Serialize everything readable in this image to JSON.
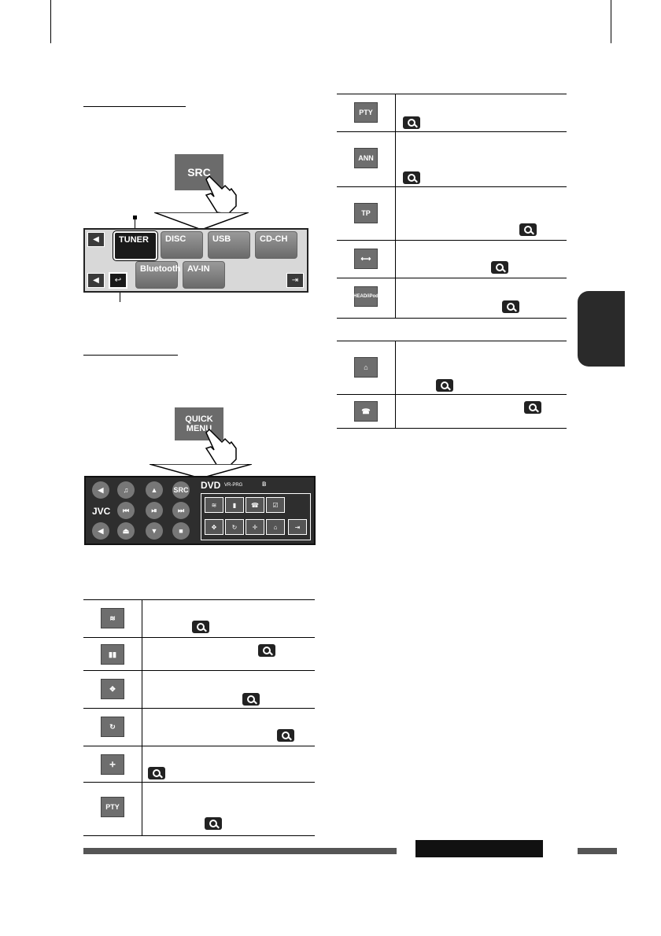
{
  "page": {
    "top_crop_marks": true
  },
  "src_section": {
    "button_label": "SRC",
    "source_tiles": [
      "TUNER",
      "DISC",
      "USB",
      "CD-CH",
      "Bluetooth",
      "AV-IN"
    ]
  },
  "quick_menu_section": {
    "button_label_line1": "QUICK",
    "button_label_line2": "MENU",
    "panel_brand": "JVC",
    "panel_src": "SRC",
    "panel_dvd": "DVD",
    "panel_dvd_sub": "VR-PRG"
  },
  "left_table": {
    "rows": [
      {
        "icon": "sound-waves-icon",
        "icon_text": ""
      },
      {
        "icon": "equalizer-icon",
        "icon_text": ""
      },
      {
        "icon": "speaker-balance-icon",
        "icon_text": ""
      },
      {
        "icon": "repeat-icon",
        "icon_text": ""
      },
      {
        "icon": "cross-arrows-icon",
        "icon_text": ""
      },
      {
        "icon": "pty-check-icon",
        "icon_text": "PTY"
      }
    ]
  },
  "right_table": {
    "rows": [
      {
        "icon": "pty-search-icon",
        "icon_text": "PTY"
      },
      {
        "icon": "ann-check-icon",
        "icon_text": "ANN"
      },
      {
        "icon": "tp-check-icon",
        "icon_text": "TP"
      },
      {
        "icon": "width-adjust-icon",
        "icon_text": ""
      },
      {
        "icon": "head-ipod-icon",
        "icon_text": "HEAD/iPod"
      }
    ],
    "rows2": [
      {
        "icon": "camera-icon",
        "icon_text": ""
      },
      {
        "icon": "phone-icon",
        "icon_text": ""
      }
    ]
  },
  "colors": {
    "gray_button": "#6b6b6b",
    "dark": "#2a2a2a"
  }
}
